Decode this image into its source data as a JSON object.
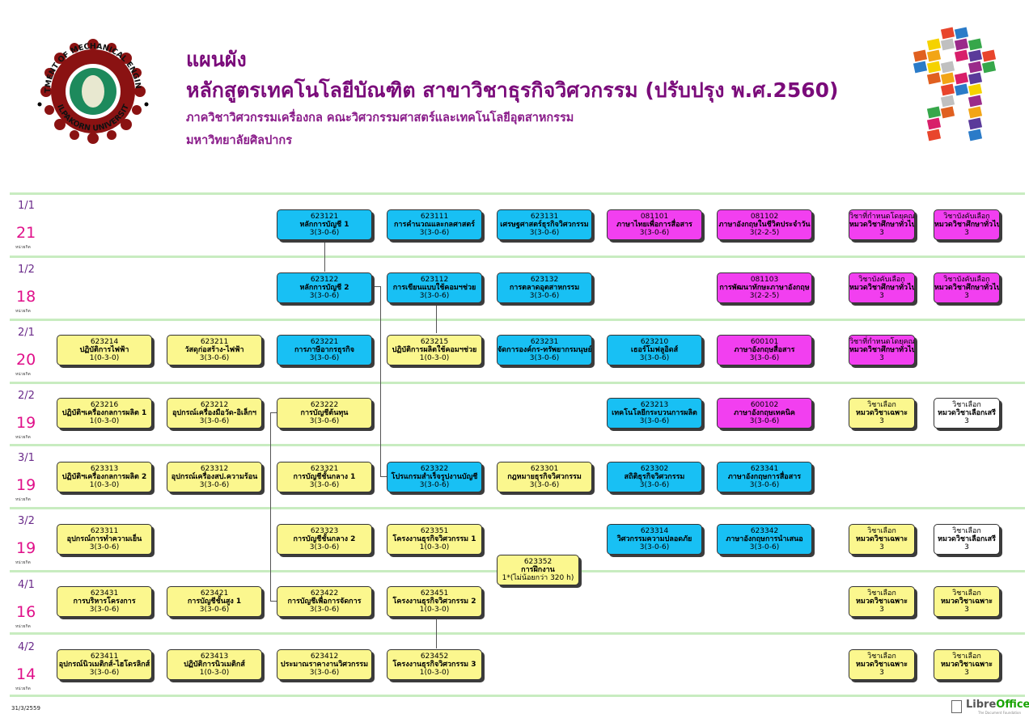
{
  "header": {
    "title1": "แผนผัง",
    "title2": "หลักสูตรเทคโนโลยีบัณฑิต สาขาวิชาธุรกิจวิศวกรรม (ปรับปรุง พ.ศ.2560)",
    "dept": "ภาควิชาวิศวกรรมเครื่องกล คณะวิศวกรรมศาสตร์และเทคโนโลยีอุตสาหกรรม",
    "university": "มหาวิทยาลัยศิลปากร",
    "logo_top_text": "DEPARTMENT OF MECHANICAL ENGINEERING",
    "logo_bottom_text": "SILPAKORN UNIVERSITY"
  },
  "colors": {
    "cyan": "#18c0f4",
    "magenta": "#f23ff0",
    "yellow": "#fbf78e",
    "white": "#ffffff",
    "accent": "#7a0b7a"
  },
  "terms": [
    {
      "label": "1/1",
      "credits": "21",
      "unit": "หน่วยกิต"
    },
    {
      "label": "1/2",
      "credits": "18",
      "unit": "หน่วยกิต"
    },
    {
      "label": "2/1",
      "credits": "20",
      "unit": "หน่วยกิต"
    },
    {
      "label": "2/2",
      "credits": "19",
      "unit": "หน่วยกิต"
    },
    {
      "label": "3/1",
      "credits": "19",
      "unit": "หน่วยกิต"
    },
    {
      "label": "3/2",
      "credits": "19",
      "unit": "หน่วยกิต"
    },
    {
      "label": "4/1",
      "credits": "16",
      "unit": "หน่วยกิต"
    },
    {
      "label": "4/2",
      "credits": "14",
      "unit": "หน่วยกิต"
    }
  ],
  "courses": [
    {
      "code": "623121",
      "name": "หลักการบัญชี 1",
      "credit": "3(3-0-6)",
      "color": "cyan"
    },
    {
      "code": "623111",
      "name": "การคำนวณและกลศาสตร์",
      "credit": "3(3-0-6)",
      "color": "cyan"
    },
    {
      "code": "623131",
      "name": "เศรษฐศาสตร์ธุรกิจวิศวกรรม",
      "credit": "3(3-0-6)",
      "color": "cyan"
    },
    {
      "code": "081101",
      "name": "ภาษาไทยเพื่อการสื่อสาร",
      "credit": "3(3-0-6)",
      "color": "magenta"
    },
    {
      "code": "081102",
      "name": "ภาษาอังกฤษในชีวิตประจำวัน",
      "credit": "3(2-2-5)",
      "color": "magenta"
    },
    {
      "code": "วิชาที่กำหนดโดยคณะ",
      "name": "หมวดวิชาศึกษาทั่วไป",
      "credit": "3",
      "color": "magenta"
    },
    {
      "code": "วิชาบังคับเลือก",
      "name": "หมวดวิชาศึกษาทั่วไป",
      "credit": "3",
      "color": "magenta"
    },
    {
      "code": "623122",
      "name": "หลักการบัญชี 2",
      "credit": "3(3-0-6)",
      "color": "cyan"
    },
    {
      "code": "623112",
      "name": "การเขียนแบบใช้คอมฯช่วย",
      "credit": "3(3-0-6)",
      "color": "cyan"
    },
    {
      "code": "623132",
      "name": "การตลาดอุตสาหกรรม",
      "credit": "3(3-0-6)",
      "color": "cyan"
    },
    {
      "code": "081103",
      "name": "การพัฒนาทักษะภาษาอังกฤษ",
      "credit": "3(2-2-5)",
      "color": "magenta"
    },
    {
      "code": "วิชาบังคับเลือก",
      "name": "หมวดวิชาศึกษาทั่วไป",
      "credit": "3",
      "color": "magenta"
    },
    {
      "code": "วิชาบังคับเลือก",
      "name": "หมวดวิชาศึกษาทั่วไป",
      "credit": "3",
      "color": "magenta"
    },
    {
      "code": "623214",
      "name": "ปฏิบัติการไฟฟ้า",
      "credit": "1(0-3-0)",
      "color": "yellow"
    },
    {
      "code": "623211",
      "name": "วัสดุก่อสร้าง-ไฟฟ้า",
      "credit": "3(3-0-6)",
      "color": "yellow"
    },
    {
      "code": "623221",
      "name": "การภาษีอากรธุรกิจ",
      "credit": "3(3-0-6)",
      "color": "cyan"
    },
    {
      "code": "623215",
      "name": "ปฏิบัติการผลิตใช้คอมฯช่วย",
      "credit": "1(0-3-0)",
      "color": "yellow"
    },
    {
      "code": "623231",
      "name": "จัดการองค์กร-ทรัพยากรมนุษย์",
      "credit": "3(3-0-6)",
      "color": "cyan"
    },
    {
      "code": "623210",
      "name": "เธอร์โมฟลูอิดส์",
      "credit": "3(3-0-6)",
      "color": "cyan"
    },
    {
      "code": "600101",
      "name": "ภาษาอังกฤษสื่อสาร",
      "credit": "3(3-0-6)",
      "color": "magenta"
    },
    {
      "code": "วิชาที่กำหนดโดยคณะ",
      "name": "หมวดวิชาศึกษาทั่วไป",
      "credit": "3",
      "color": "magenta"
    },
    {
      "code": "623216",
      "name": "ปฏิบัติฯเครื่องกลการผลิต 1",
      "credit": "1(0-3-0)",
      "color": "yellow"
    },
    {
      "code": "623212",
      "name": "อุปกรณ์เครื่องมือวัด-อิเล็กฯ",
      "credit": "3(3-0-6)",
      "color": "yellow"
    },
    {
      "code": "623222",
      "name": "การบัญชีต้นทุน",
      "credit": "3(3-0-6)",
      "color": "yellow"
    },
    {
      "code": "623213",
      "name": "เทคโนโลยีกระบวนการผลิต",
      "credit": "3(3-0-6)",
      "color": "cyan"
    },
    {
      "code": "600102",
      "name": "ภาษาอังกฤษเทคนิค",
      "credit": "3(3-0-6)",
      "color": "magenta"
    },
    {
      "code": "วิชาเลือก",
      "name": "หมวดวิชาเฉพาะ",
      "credit": "3",
      "color": "yellow"
    },
    {
      "code": "วิชาเลือก",
      "name": "หมวดวิชาเลือกเสรี",
      "credit": "3",
      "color": "white"
    },
    {
      "code": "623313",
      "name": "ปฏิบัติฯเครื่องกลการผลิต 2",
      "credit": "1(0-3-0)",
      "color": "yellow"
    },
    {
      "code": "623312",
      "name": "อุปกรณ์เครื่องสป.ความร้อน",
      "credit": "3(3-0-6)",
      "color": "yellow"
    },
    {
      "code": "623321",
      "name": "การบัญชีชั้นกลาง 1",
      "credit": "3(3-0-6)",
      "color": "yellow"
    },
    {
      "code": "623322",
      "name": "โปรแกรมสำเร็จรูปงานบัญชี",
      "credit": "3(3-0-6)",
      "color": "cyan"
    },
    {
      "code": "623301",
      "name": "กฎหมายธุรกิจวิศวกรรม",
      "credit": "3(3-0-6)",
      "color": "yellow"
    },
    {
      "code": "623302",
      "name": "สถิติธุรกิจวิศวกรรม",
      "credit": "3(3-0-6)",
      "color": "cyan"
    },
    {
      "code": "623341",
      "name": "ภาษาอังกฤษการสื่อสาร",
      "credit": "3(3-0-6)",
      "color": "cyan"
    },
    {
      "code": "623311",
      "name": "อุปกรณ์การทำความเย็น",
      "credit": "3(3-0-6)",
      "color": "yellow"
    },
    {
      "code": "623323",
      "name": "การบัญชีชั้นกลาง 2",
      "credit": "3(3-0-6)",
      "color": "yellow"
    },
    {
      "code": "623351",
      "name": "โครงงานธุรกิจวิศวกรรม 1",
      "credit": "1(0-3-0)",
      "color": "yellow"
    },
    {
      "code": "623314",
      "name": "วิศวกรรมความปลอดภัย",
      "credit": "3(3-0-6)",
      "color": "cyan"
    },
    {
      "code": "623342",
      "name": "ภาษาอังกฤษการนำเสนอ",
      "credit": "3(3-0-6)",
      "color": "cyan"
    },
    {
      "code": "วิชาเลือก",
      "name": "หมวดวิชาเฉพาะ",
      "credit": "3",
      "color": "yellow"
    },
    {
      "code": "วิชาเลือก",
      "name": "หมวดวิชาเลือกเสรี",
      "credit": "3",
      "color": "white"
    },
    {
      "code": "623352",
      "name": "การฝึกงาน",
      "credit": "1*(ไม่น้อยกว่า 320 h)",
      "color": "yellow"
    },
    {
      "code": "623431",
      "name": "การบริหารโครงการ",
      "credit": "3(3-0-6)",
      "color": "yellow"
    },
    {
      "code": "623421",
      "name": "การบัญชีชั้นสูง 1",
      "credit": "3(3-0-6)",
      "color": "yellow"
    },
    {
      "code": "623422",
      "name": "การบัญชีเพื่อการจัดการ",
      "credit": "3(3-0-6)",
      "color": "yellow"
    },
    {
      "code": "623451",
      "name": "โครงงานธุรกิจวิศวกรรม 2",
      "credit": "1(0-3-0)",
      "color": "yellow"
    },
    {
      "code": "วิชาเลือก",
      "name": "หมวดวิชาเฉพาะ",
      "credit": "3",
      "color": "yellow"
    },
    {
      "code": "วิชาเลือก",
      "name": "หมวดวิชาเฉพาะ",
      "credit": "3",
      "color": "yellow"
    },
    {
      "code": "623411",
      "name": "อุปกรณ์นิวเมติกส์-ไฮโดรลิกส์",
      "credit": "3(3-0-6)",
      "color": "yellow"
    },
    {
      "code": "623413",
      "name": "ปฏิบัติการนิวเมติกส์",
      "credit": "1(0-3-0)",
      "color": "yellow"
    },
    {
      "code": "623412",
      "name": "ประมาณราคางานวิศวกรรม",
      "credit": "3(3-0-6)",
      "color": "yellow"
    },
    {
      "code": "623452",
      "name": "โครงงานธุรกิจวิศวกรรม 3",
      "credit": "1(0-3-0)",
      "color": "yellow"
    },
    {
      "code": "วิชาเลือก",
      "name": "หมวดวิชาเฉพาะ",
      "credit": "3",
      "color": "yellow"
    },
    {
      "code": "วิชาเลือก",
      "name": "หมวดวิชาเฉพาะ",
      "credit": "3",
      "color": "yellow"
    }
  ],
  "footer": {
    "date": "31/3/2559",
    "brand_a": "Libre",
    "brand_b": "Office",
    "brand_sub": "The Document Foundation"
  }
}
